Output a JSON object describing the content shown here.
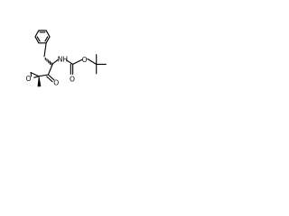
{
  "molecule": {
    "atom_labels": {
      "nh": "NH",
      "carbamate_carbonyl_o": "O",
      "carbamate_ester_o": "O",
      "ketone_o": "O",
      "epoxide_o": "O"
    }
  }
}
